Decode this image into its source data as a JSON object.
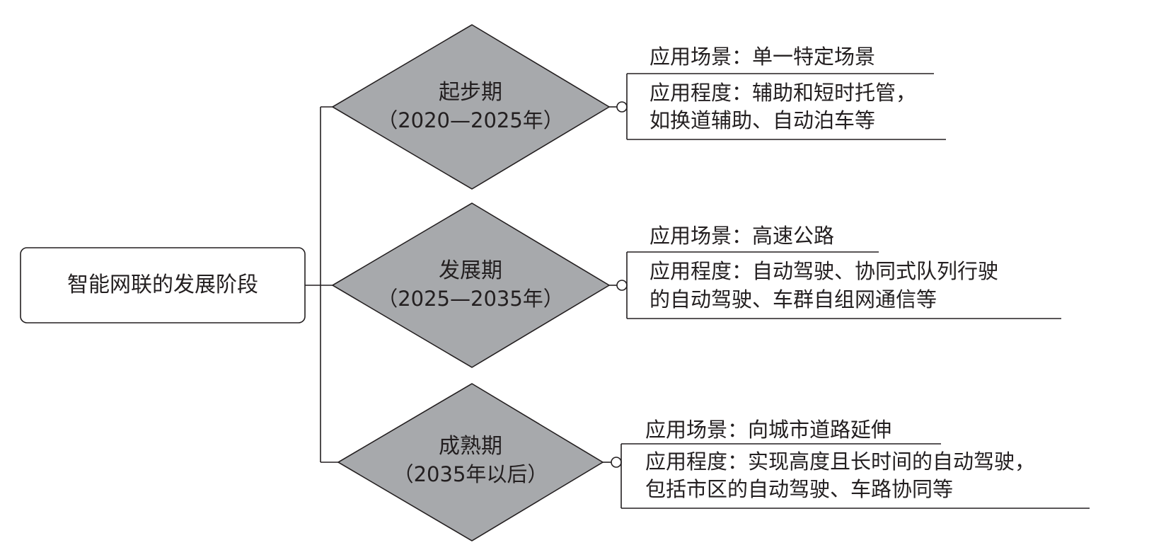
{
  "root": {
    "label": "智能网联的发展阶段"
  },
  "stages": [
    {
      "title": "起步期",
      "period": "（2020—2025年）",
      "scene": "应用场景：单一特定场景",
      "degree_lines": [
        "应用程度：辅助和短时托管，",
        "如换道辅助、自动泊车等"
      ]
    },
    {
      "title": "发展期",
      "period": "（2025—2035年）",
      "scene": "应用场景：高速公路",
      "degree_lines": [
        "应用程度：自动驾驶、协同式队列行驶",
        "的自动驾驶、车群自组网通信等"
      ]
    },
    {
      "title": "成熟期",
      "period": "（2035年以后）",
      "scene": "应用场景：向城市道路延伸",
      "degree_lines": [
        "应用程度：实现高度且长时间的自动驾驶，",
        "包括市区的自动驾驶、车路协同等"
      ]
    }
  ],
  "colors": {
    "diamond_fill": "#a7a9ac",
    "line": "#231f20",
    "text": "#231f20",
    "root_fill": "#ffffff"
  }
}
